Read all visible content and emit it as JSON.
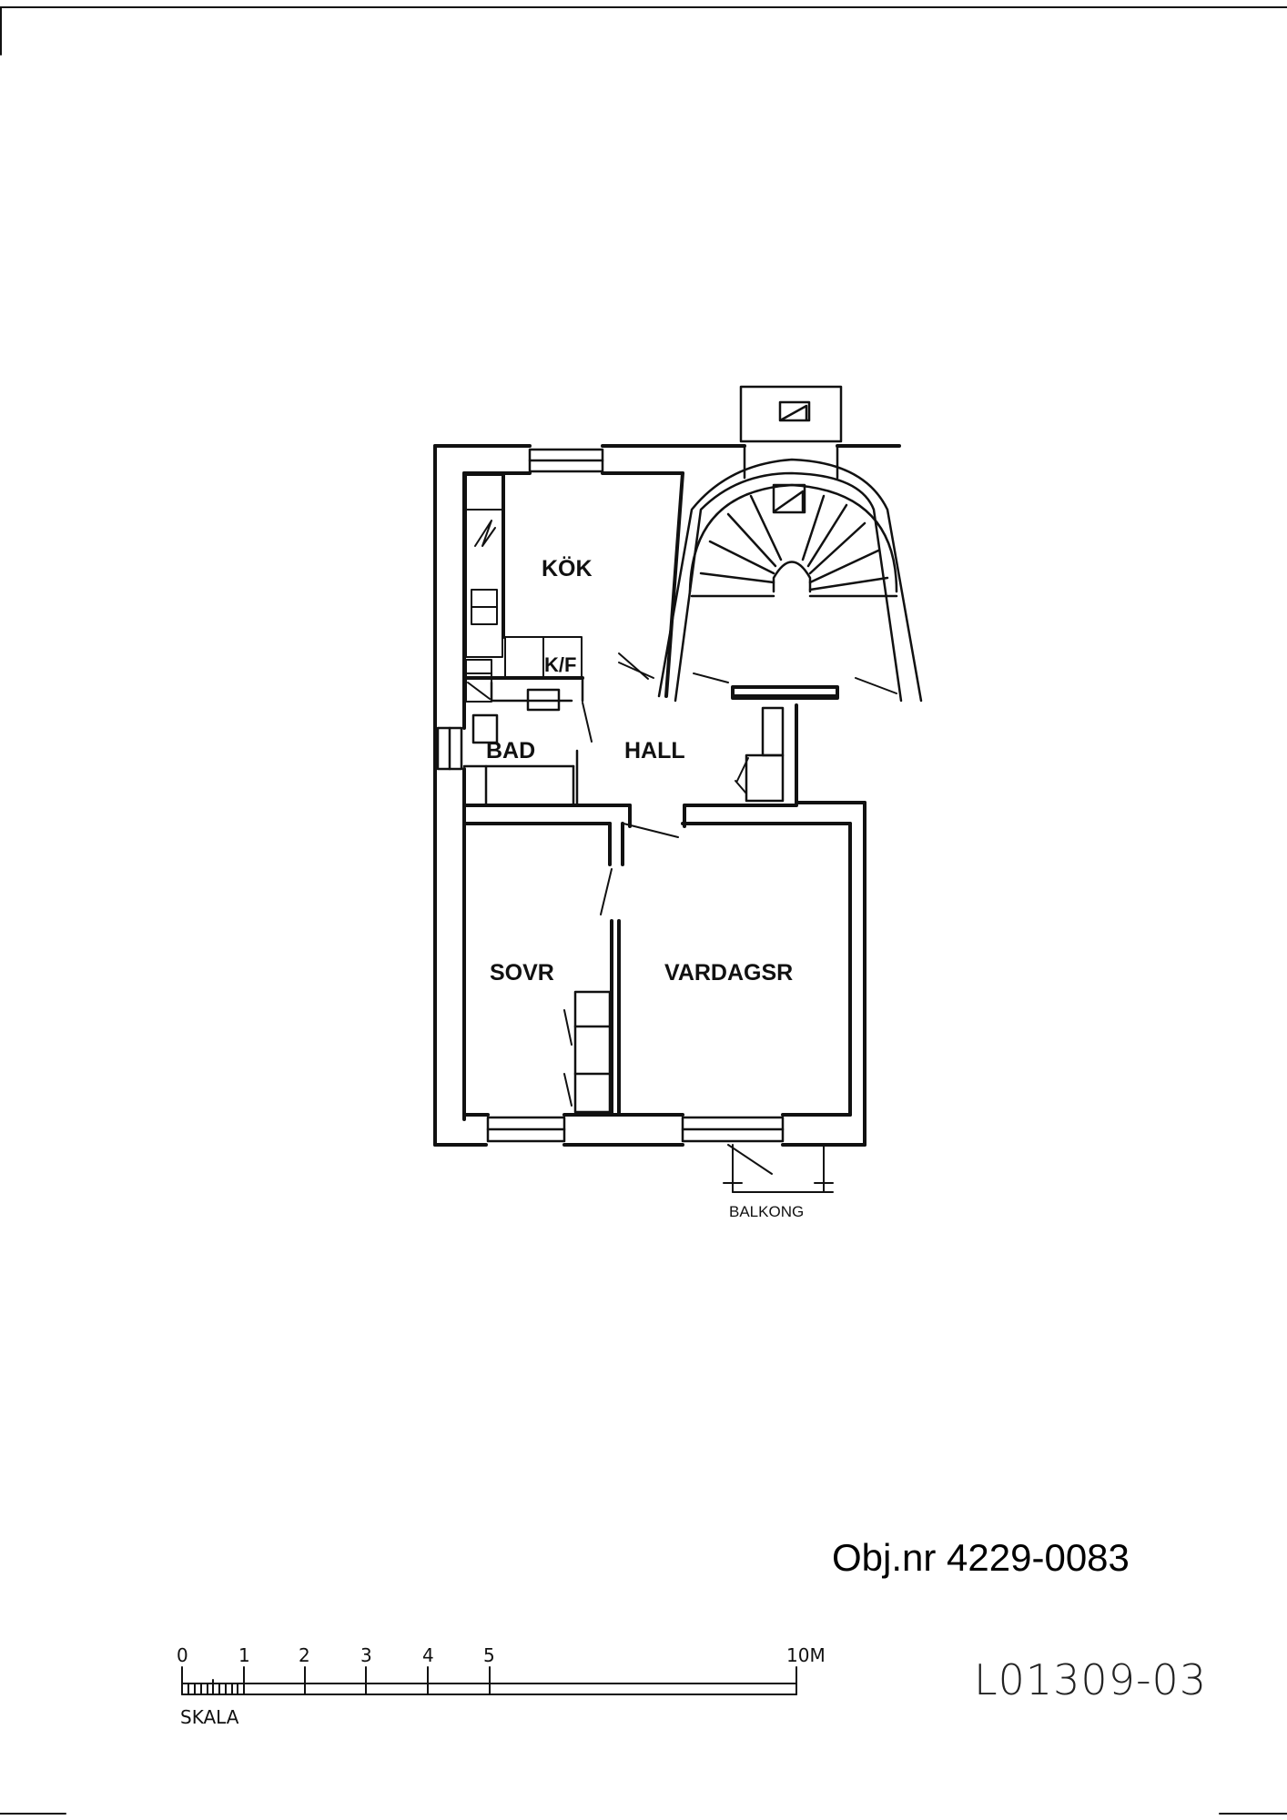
{
  "rooms": {
    "kok": "KÖK",
    "kf": "K/F",
    "bad": "BAD",
    "hall": "HALL",
    "sovr": "SOVR",
    "vardagsr": "VARDAGSR",
    "balkong": "BALKONG"
  },
  "object_number": "Obj.nr 4229-0083",
  "drawing_code": "L01309-03",
  "scale": {
    "ticks": [
      "0",
      "1",
      "2",
      "3",
      "4",
      "5",
      "10M"
    ],
    "label": "SKALA"
  }
}
